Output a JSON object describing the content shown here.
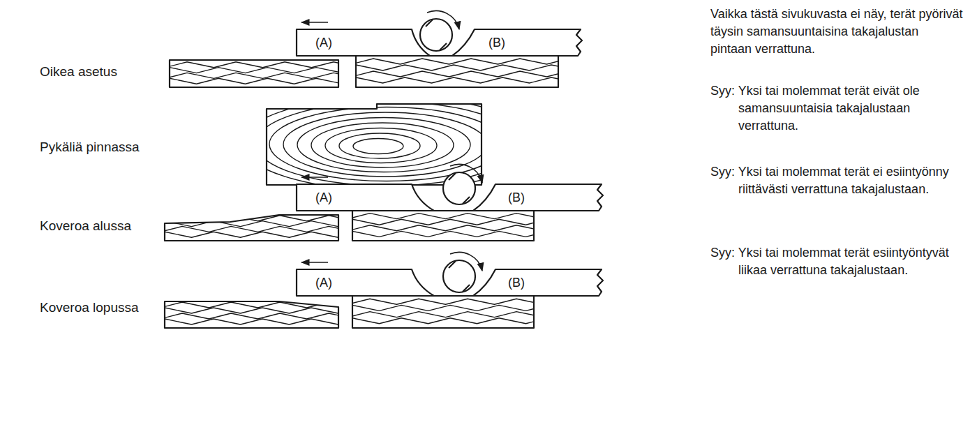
{
  "diagram": {
    "labels": [
      "Oikea asetus",
      "(A)",
      "(B)",
      "Vaikka tästä sivukuvasta ei näy, terät pyörivät täysin samansuuntaisina takajalustan pintaan verrattuna.",
      "Pykäliä pinnassa",
      "Syy: Yksi tai molemmat terät eivät ole samansuuntaisia takajalustaan verrattuna.",
      "Koveroa alussa",
      "(A)",
      "(B)",
      "Syy: Yksi tai molemmat terät ei esiintyönny riittävästi verrattuna takajalustaan.",
      "Koveroa lopussa",
      "(A)",
      "(B)",
      "Syy: Yksi tai molemmat terät esiintyöntyvät liikaa verrattuna takajalustaan."
    ]
  }
}
